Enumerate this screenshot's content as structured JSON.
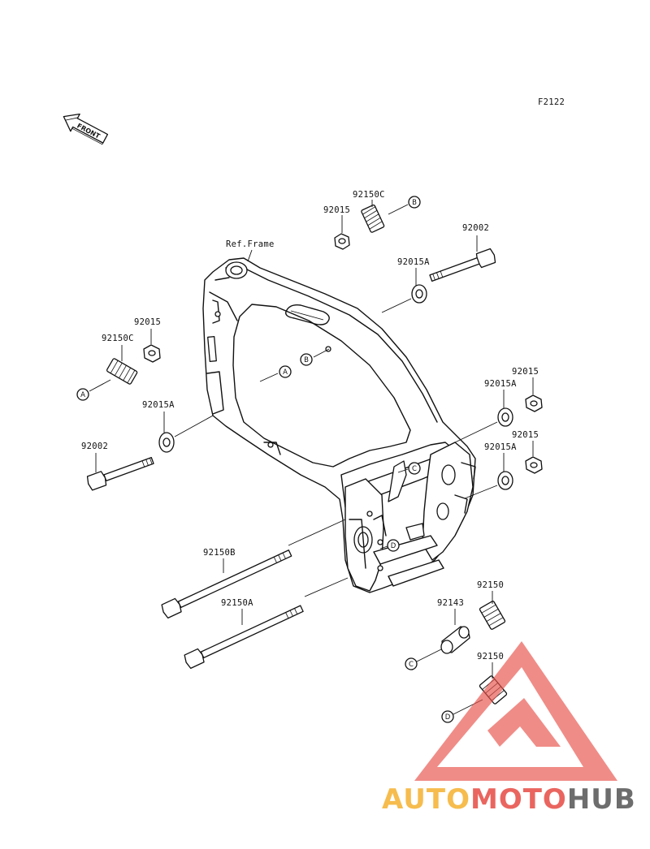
{
  "diagram_code": "F2122",
  "front_arrow": {
    "text": "FRONT"
  },
  "ref_frame": "Ref.Frame",
  "labels": {
    "p92150C_top": "92150C",
    "p92015_top": "92015",
    "p92002_right": "92002",
    "p92015A_top": "92015A",
    "p92015_left": "92015",
    "p92150C_left": "92150C",
    "p92015A_left": "92015A",
    "p92002_left": "92002",
    "p92015_r1": "92015",
    "p92015A_r1": "92015A",
    "p92015_r2": "92015",
    "p92015A_r2": "92015A",
    "p92150B": "92150B",
    "p92150A": "92150A",
    "p92143": "92143",
    "p92150_a": "92150",
    "p92150_b": "92150"
  },
  "callouts": {
    "A": "A",
    "B": "B",
    "C": "C",
    "D": "D"
  },
  "watermark": {
    "part1": "AUTO",
    "part2": "MOTO",
    "part3": "HUB",
    "colors": {
      "auto": "#f5b335",
      "moto": "#e8504a",
      "hub": "#5a5a5a",
      "triangle": "#e8504a"
    }
  }
}
